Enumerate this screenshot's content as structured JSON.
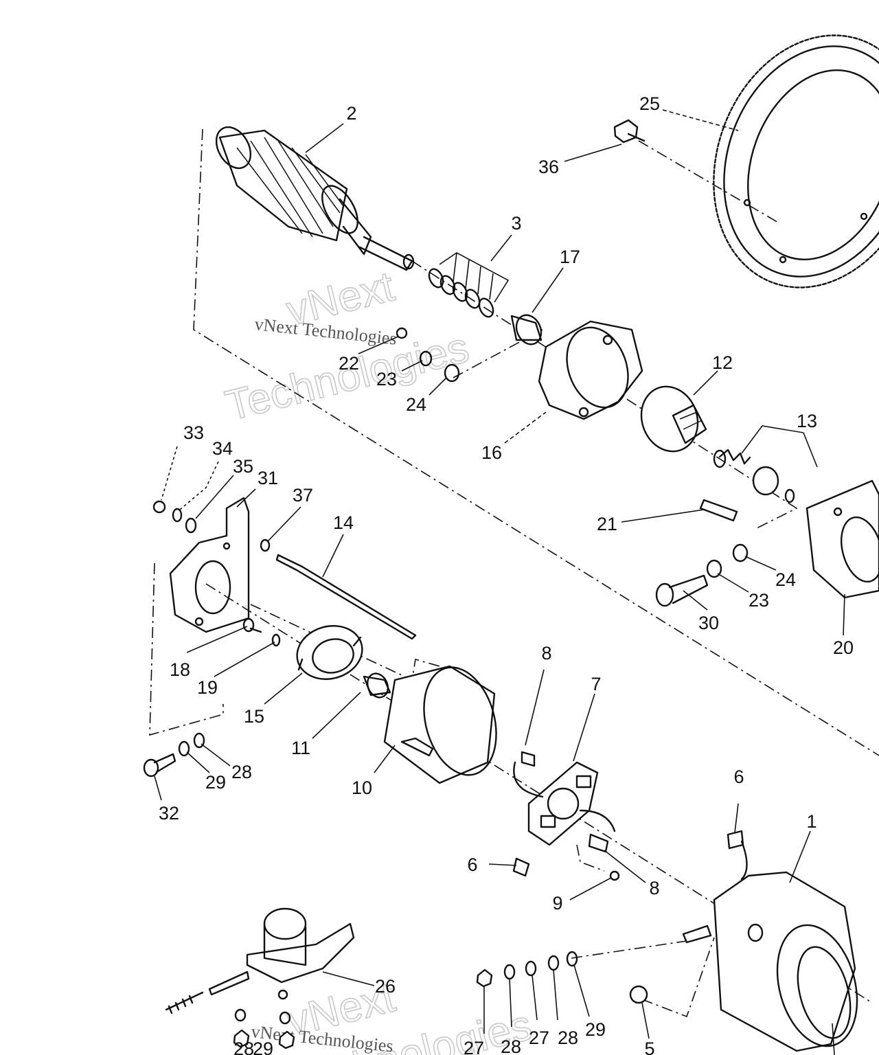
{
  "part_labels": {
    "p1": "1",
    "p2": "2",
    "p3": "3",
    "p5": "5",
    "p6a": "6",
    "p6b": "6",
    "p7": "7",
    "p8a": "8",
    "p8b": "8",
    "p9": "9",
    "p10": "10",
    "p11": "11",
    "p12": "12",
    "p13": "13",
    "p14": "14",
    "p15": "15",
    "p16": "16",
    "p17": "17",
    "p18": "18",
    "p19": "19",
    "p20": "20",
    "p21": "21",
    "p22": "22",
    "p23a": "23",
    "p23b": "23",
    "p24a": "24",
    "p24b": "24",
    "p25": "25",
    "p26": "26",
    "p27a": "27",
    "p27b": "27",
    "p28a": "28",
    "p28b": "28",
    "p28c": "28",
    "p28d": "28",
    "p29a": "29",
    "p29b": "29",
    "p29c": "29",
    "p30": "30",
    "p31": "31",
    "p32": "32",
    "p33": "33",
    "p34": "34",
    "p35": "35",
    "p36": "36",
    "p37": "37"
  },
  "watermark": {
    "big_line1": "vNext",
    "big_line2": "Technologies",
    "small": "vNext Technologies"
  }
}
